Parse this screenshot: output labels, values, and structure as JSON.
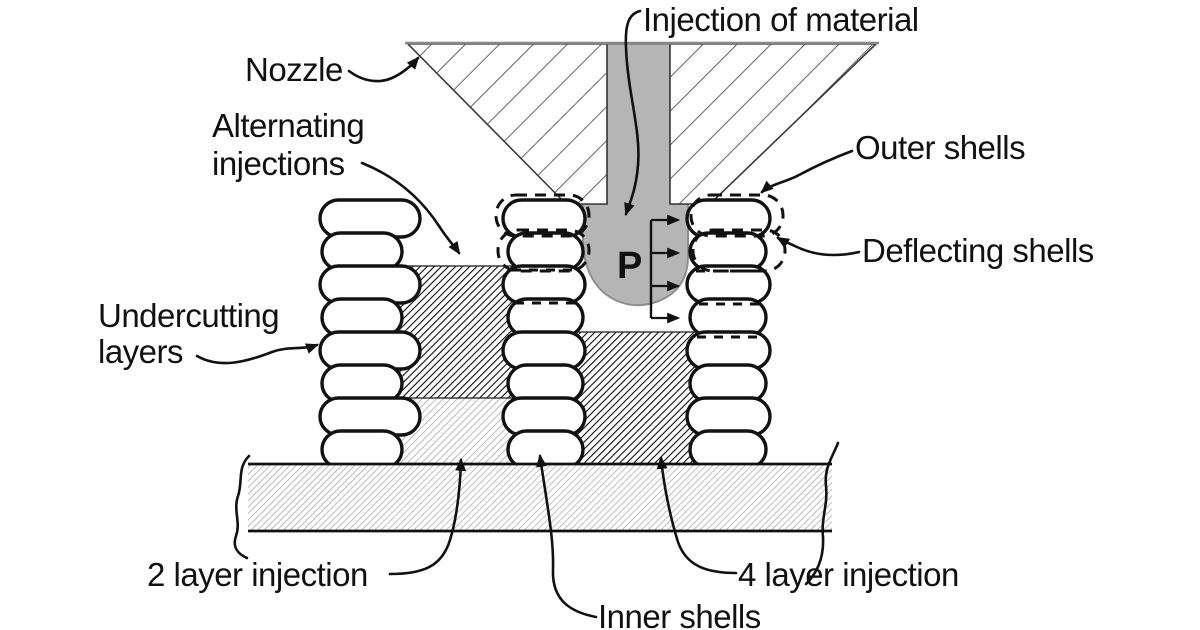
{
  "diagram": {
    "labels": {
      "injection_of_material": "Injection of material",
      "nozzle": "Nozzle",
      "alternating_injections_line1": "Alternating",
      "alternating_injections_line2": "injections",
      "outer_shells": "Outer shells",
      "deflecting_shells": "Deflecting shells",
      "undercutting_layers_line1": "Undercutting",
      "undercutting_layers_line2": "layers",
      "two_layer_injection": "2 layer injection",
      "inner_shells": "Inner shells",
      "four_layer_injection": "4 layer injection",
      "pressure": "P"
    },
    "colors": {
      "material_gray": "#b5b5b5",
      "material_outline": "#8e8e8e",
      "line_black": "#111111"
    },
    "structure": {
      "stack_count": 3,
      "shells_per_stack": 8,
      "alternating_dark_layers": 4,
      "two_layer_light_layers": 2,
      "four_layer_dark_layers": 4
    }
  }
}
